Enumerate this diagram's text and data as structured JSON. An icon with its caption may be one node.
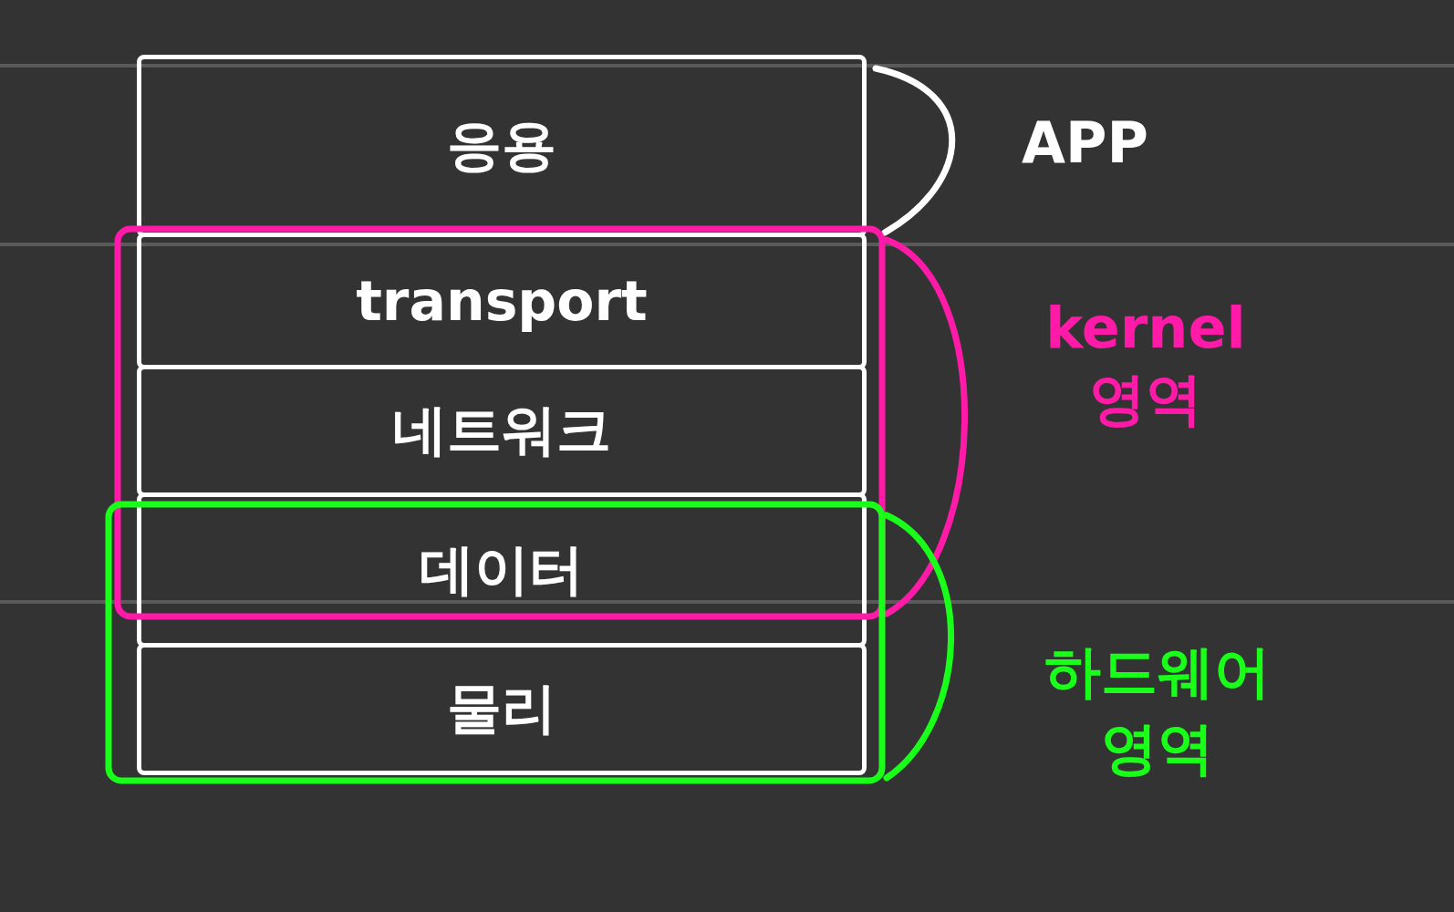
{
  "diagram": {
    "nodes": [
      {
        "text": [
          "응용"
        ],
        "beside": [
          "APP"
        ]
      },
      {
        "text": [
          "kernel 영역"
        ]
      },
      {
        "text": [
          "transport"
        ],
        "in": 1
      },
      {
        "text": [
          "네트워크"
        ],
        "in": 1
      },
      {
        "text": [
          "데이터"
        ]
      },
      {
        "text": [
          "하드웨어 영역"
        ]
      },
      {
        "text": [
          "물리"
        ],
        "in": 5
      }
    ],
    "edges": []
  }
}
